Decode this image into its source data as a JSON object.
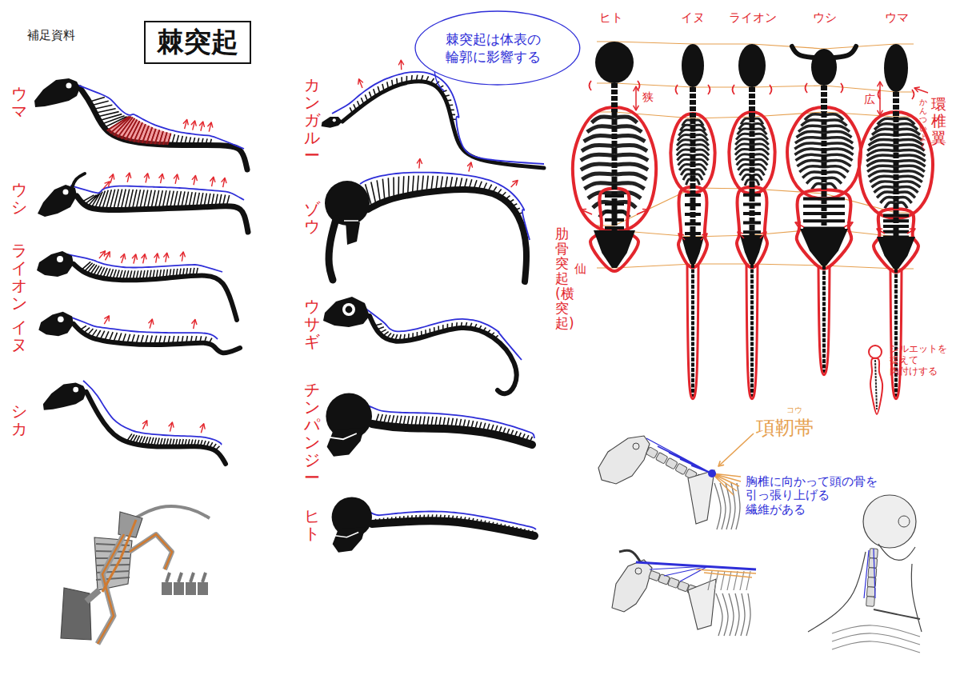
{
  "diagram": {
    "title": "棘突起",
    "nodes": [
      {
        "text": [
          "棘突起は体表の 輪郭に影響する"
        ]
      }
    ],
    "labels": [
      "補足資料",
      "ウマ",
      "ウシ",
      "ライオン",
      "イヌ",
      "シカ",
      "カンガルー",
      "ゾウ",
      "ウサギ",
      "チンパンジー",
      "ヒト",
      "ヒト",
      "イヌ",
      "ライオン",
      "ウシ",
      "ウマ",
      "狭",
      "広",
      "かんついよく",
      "環椎翼",
      "肋骨突起(横突起)",
      "仙",
      "シルエットを 捉えて 肉付けする",
      "コウ",
      "項靭帯",
      "胸椎に向かって頭の骨を 引っ張り上げる 繊維がある"
    ]
  }
}
